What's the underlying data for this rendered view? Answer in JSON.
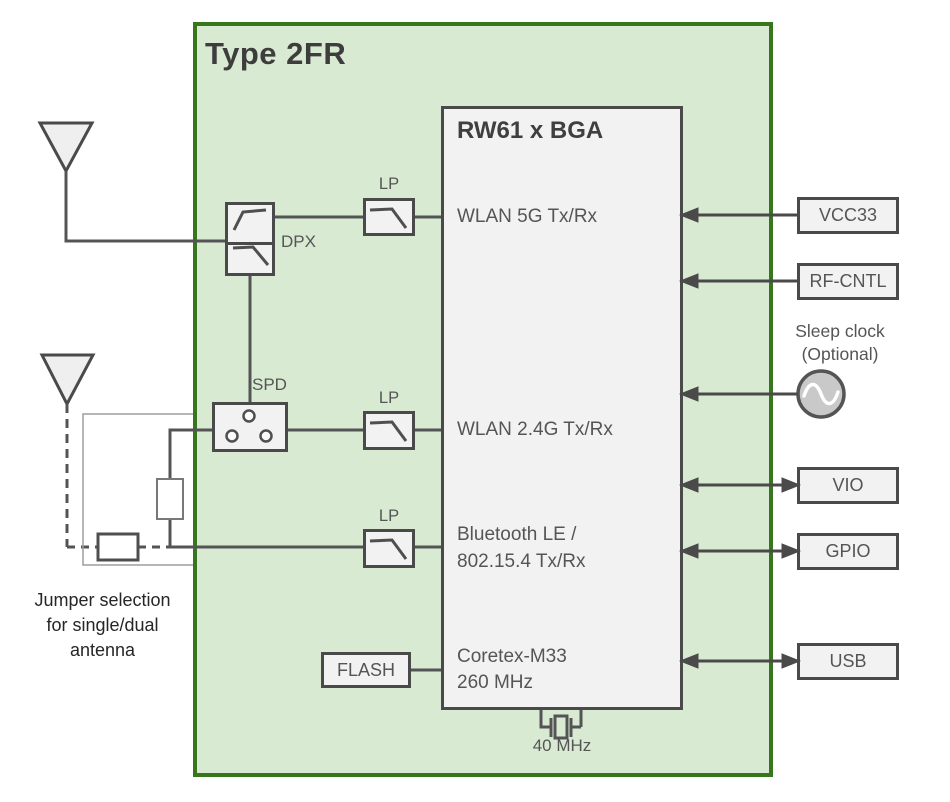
{
  "diagram": {
    "title": "Type 2FR",
    "chip": {
      "title": "RW61 x BGA",
      "port_wlan5g": "WLAN 5G Tx/Rx",
      "port_wlan24g": "WLAN 2.4G Tx/Rx",
      "port_bt_line1": "Bluetooth LE /",
      "port_bt_line2": "802.15.4 Tx/Rx",
      "port_cpu_line1": "Coretex-M33",
      "port_cpu_line2": "260 MHz"
    },
    "blocks": {
      "dpx_label": "DPX",
      "spd_label": "SPD",
      "lp_label": "LP",
      "flash_label": "FLASH"
    },
    "io": {
      "vcc33": "VCC33",
      "rf_cntl": "RF-CNTL",
      "vio": "VIO",
      "gpio": "GPIO",
      "usb": "USB"
    },
    "sleep_clock": {
      "line1": "Sleep clock",
      "line2": "(Optional)"
    },
    "crystal_label": "40 MHz",
    "note": {
      "line1": "Jumper selection",
      "line2": "for single/dual",
      "line3": "antenna"
    },
    "colors": {
      "module_fill": "#d9ead3",
      "module_border": "#38761d",
      "block_fill": "#f2f2f2",
      "block_border": "#4a4a4a",
      "wire": "#545454",
      "text": "#555555",
      "note_text": "#262626",
      "clock_fill": "#c9c9c9"
    }
  }
}
